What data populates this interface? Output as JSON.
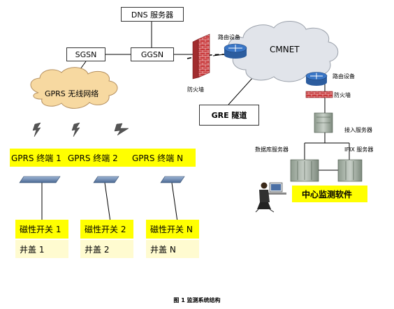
{
  "nodes": {
    "dns": "DNS 服务器",
    "sgsn": "SGSN",
    "ggsn": "GGSN",
    "gprs_cloud": "GPRS 无线网络",
    "cmnet": "CMNET",
    "router_top": "路由设备",
    "router_right": "路由设备",
    "firewall_left": "防火墙",
    "firewall_right": "防火墙",
    "gre": "GRE 隧道",
    "access_server": "接入服务器",
    "db_server": "数据库服务器",
    "ifix_server": "IFIX 服务器",
    "center_software": "中心监测软件"
  },
  "terminals": [
    {
      "label": "GPRS 终端 1",
      "switch": "磁性开关 1",
      "well": "井盖 1"
    },
    {
      "label": "GPRS 终端 2",
      "switch": "磁性开关 2",
      "well": "井盖 2"
    },
    {
      "label": "GPRS 终端 N",
      "switch": "磁性开关 N",
      "well": "井盖 N"
    }
  ],
  "caption": "图 1  监测系统结构",
  "colors": {
    "yellow": "#ffff00",
    "pale_yellow": "#fffbd0",
    "cloud_orange": "#f7d9a1",
    "cloud_gray": "#e1e4ea",
    "firewall": "#c8383a",
    "router": "#3a76c6"
  },
  "icons": [
    "firewall-icon",
    "router-icon",
    "server-icon",
    "operator-icon",
    "lightning-icon",
    "terminal-device-icon"
  ]
}
